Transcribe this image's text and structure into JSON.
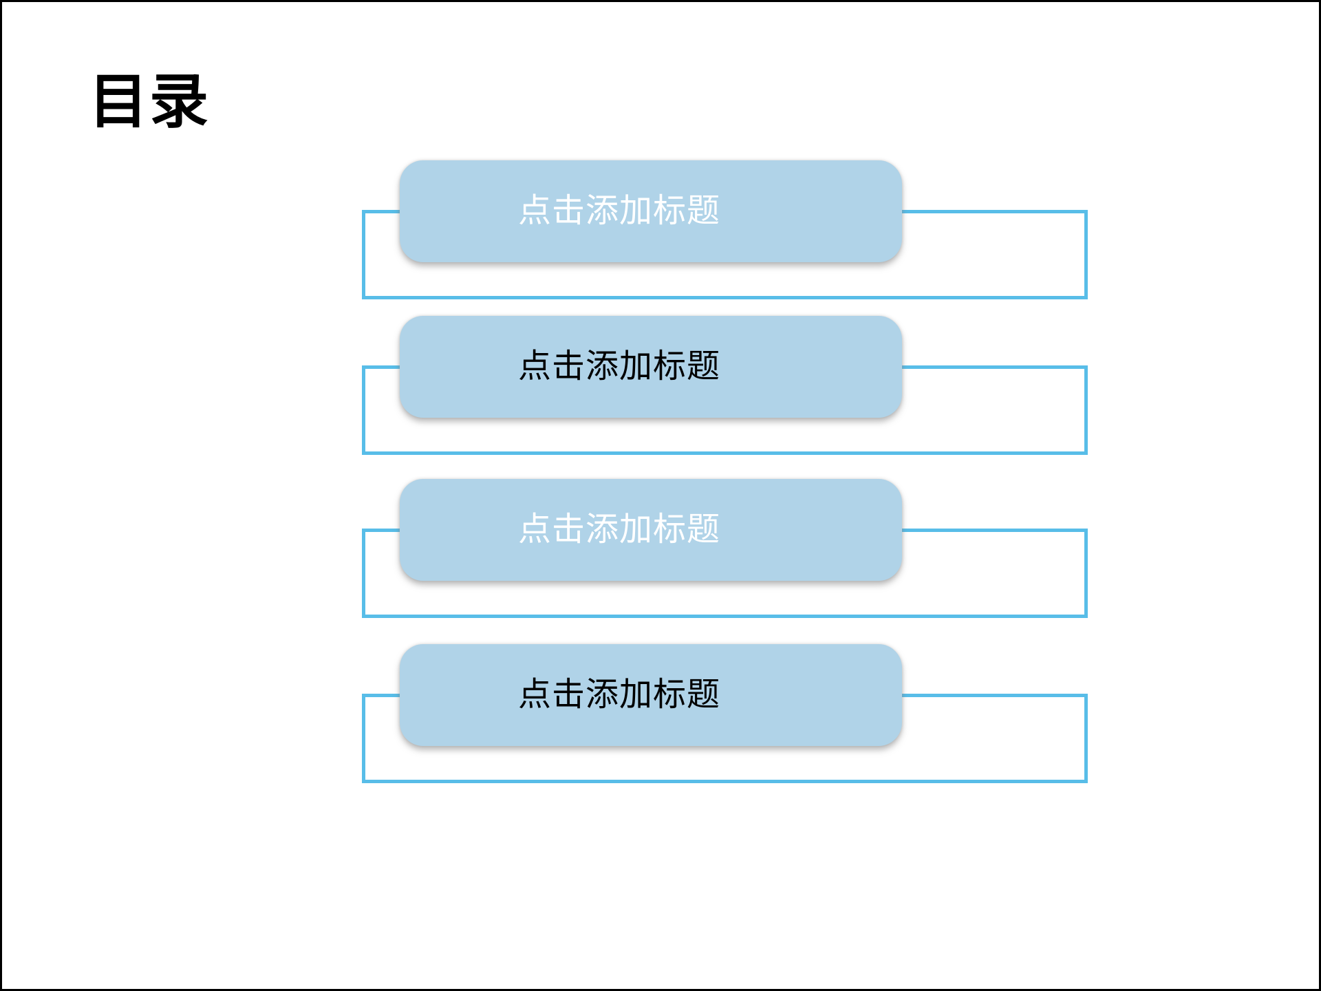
{
  "slide": {
    "title": "目录",
    "background_color": "#ffffff",
    "frame_border_color": "#000000",
    "title_color": "#000000"
  },
  "toc": {
    "pill_fill_color": "#b0d3e8",
    "outline_border_color": "#58bde8",
    "items": [
      {
        "label": "点击添加标题",
        "text_color": "#ffffff"
      },
      {
        "label": "点击添加标题",
        "text_color": "#000000"
      },
      {
        "label": "点击添加标题",
        "text_color": "#ffffff"
      },
      {
        "label": "点击添加标题",
        "text_color": "#000000"
      }
    ]
  }
}
